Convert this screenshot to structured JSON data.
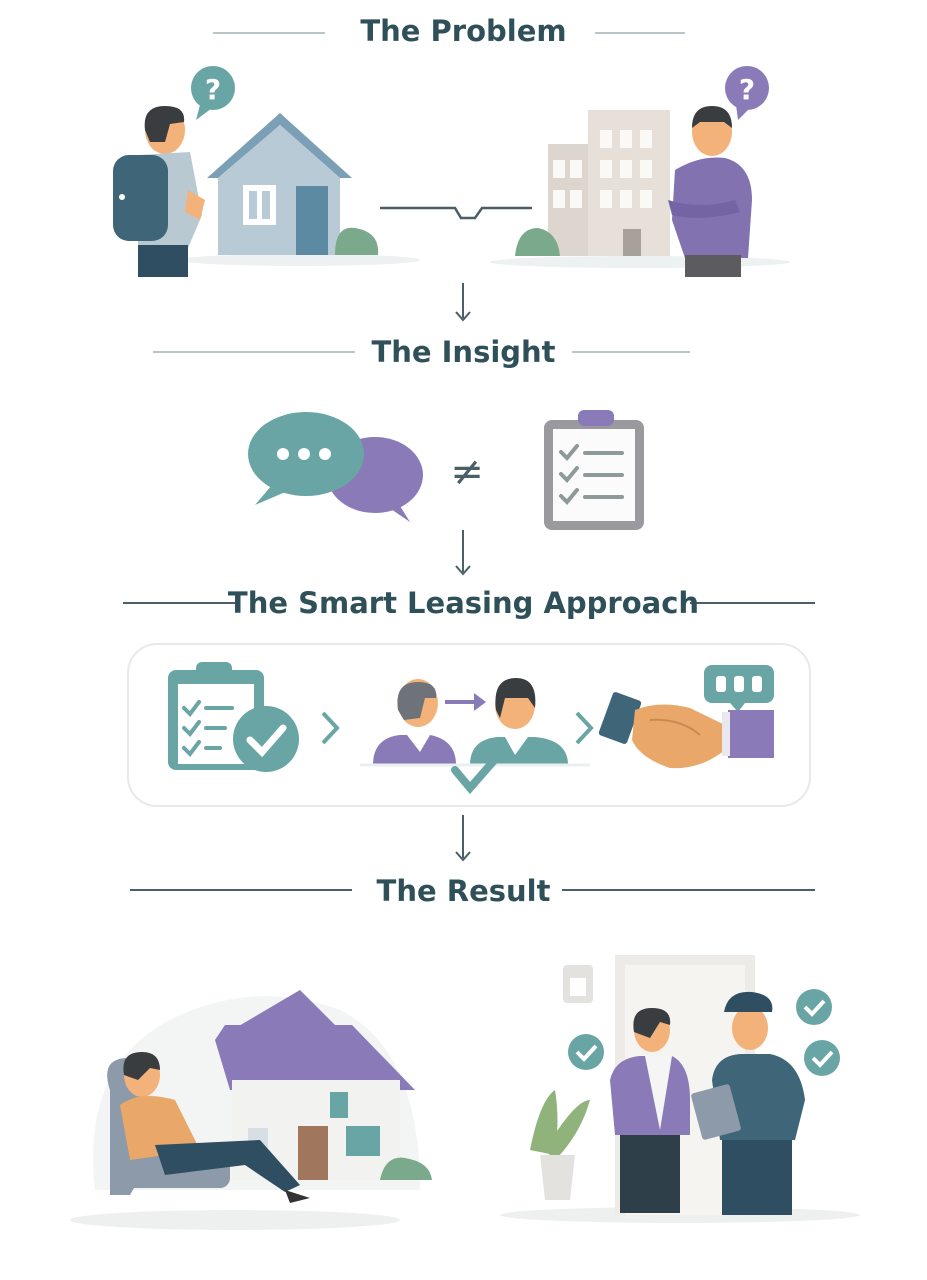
{
  "sections": {
    "problem": {
      "title": "The Problem"
    },
    "insight": {
      "title": "The Insight"
    },
    "approach": {
      "title": "The Smart Leasing Approach"
    },
    "result": {
      "title": "The Result"
    }
  },
  "icons": {
    "question_left": "?",
    "question_right": "?",
    "not_equal": "≠"
  },
  "colors": {
    "teal": "#6aa5a5",
    "purple": "#8a7bb8",
    "navy": "#2f5059",
    "skin": "#f2b27a"
  }
}
